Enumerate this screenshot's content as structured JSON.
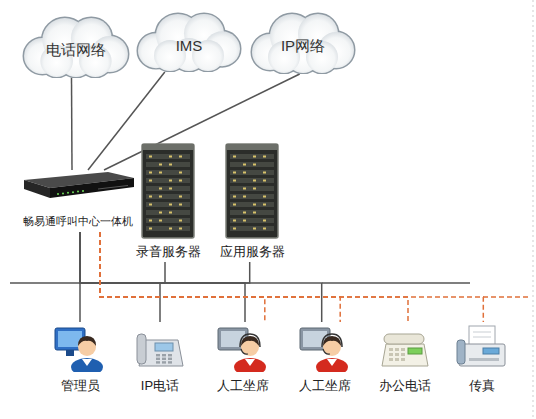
{
  "diagram": {
    "nodes": [
      {
        "text": [
          "电话网络"
        ]
      },
      {
        "text": [
          "IMS"
        ]
      },
      {
        "text": [
          "IP网络"
        ]
      },
      {
        "text": [
          "畅易通呼叫中心一体机"
        ]
      },
      {
        "text": [
          "录音服务器"
        ]
      },
      {
        "text": [
          "应用服务器"
        ]
      },
      {
        "text": [
          "管理员"
        ]
      },
      {
        "text": [
          "IP电话"
        ]
      },
      {
        "text": [
          "人工坐席"
        ]
      },
      {
        "text": [
          "人工坐席"
        ]
      },
      {
        "text": [
          "办公电话"
        ]
      },
      {
        "text": [
          "传真"
        ]
      }
    ],
    "edges": [
      {
        "from": 0,
        "to": 3,
        "arrow": "none"
      },
      {
        "from": 1,
        "to": 3,
        "arrow": "none"
      },
      {
        "from": 2,
        "to": 3,
        "arrow": "none"
      },
      {
        "from": 3,
        "to": 6,
        "arrow": "none"
      },
      {
        "from": 3,
        "to": 4,
        "arrow": "none"
      },
      {
        "from": 3,
        "to": 5,
        "arrow": "none"
      },
      {
        "from": 3,
        "to": 7,
        "arrow": "none"
      },
      {
        "from": 3,
        "to": 8,
        "arrow": "none"
      },
      {
        "from": 3,
        "to": 9,
        "arrow": "none"
      },
      {
        "from": 3,
        "to": 8,
        "arrow": "none"
      },
      {
        "from": 3,
        "to": 9,
        "arrow": "none"
      },
      {
        "from": 3,
        "to": 10,
        "arrow": "none"
      },
      {
        "from": 3,
        "to": 11,
        "arrow": "none"
      }
    ]
  }
}
